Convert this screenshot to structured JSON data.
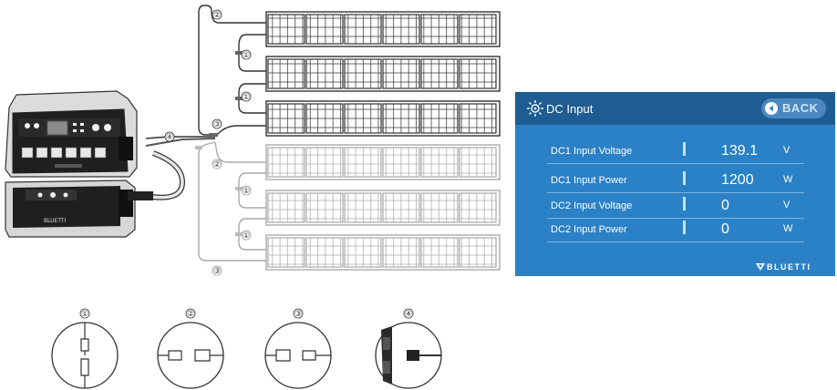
{
  "panel": {
    "title": "DC Input",
    "back_label": "BACK",
    "brand": "BLUETTI",
    "icons": {
      "settings": "gear-icon",
      "back": "back-arrow-icon",
      "logo": "bluetti-logo-icon"
    },
    "rows": [
      {
        "label": "DC1 Input Voltage",
        "value": "139.1",
        "unit": "V"
      },
      {
        "label": "DC1 Input Power",
        "value": "1200",
        "unit": "W"
      },
      {
        "label": "DC2 Input Voltage",
        "value": "0",
        "unit": "V"
      },
      {
        "label": "DC2 Input Power",
        "value": "0",
        "unit": "W"
      }
    ]
  },
  "diagram": {
    "connector_markers": [
      "①",
      "②",
      "③",
      "④"
    ],
    "station_brand": "BLUETTI",
    "colors": {
      "active_array": "#333333",
      "inactive_array": "#aaaaaa",
      "panel_bg": "#2b81c6",
      "panel_header": "#1e5c91"
    }
  }
}
